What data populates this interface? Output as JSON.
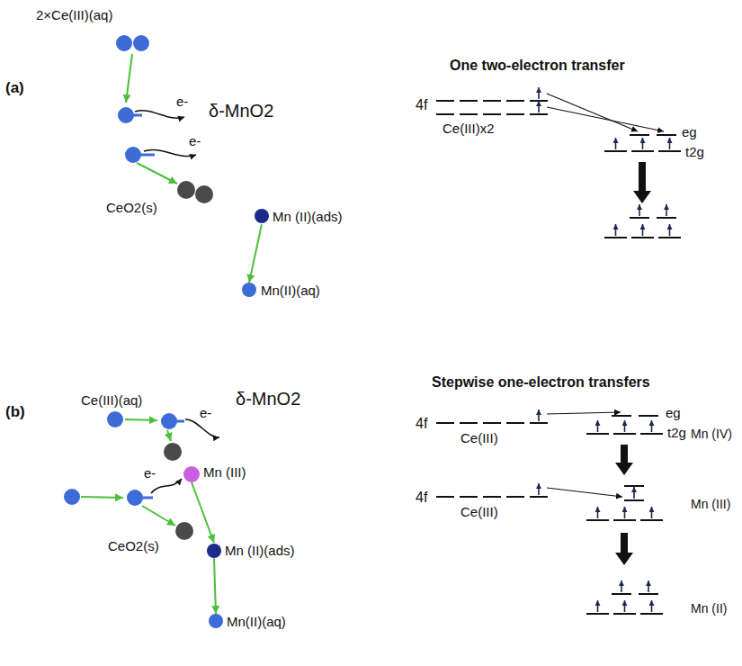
{
  "diagram": {
    "nodes": [
      {
        "text": [
          "δ-MnO2"
        ]
      },
      {
        "text": [
          "2×Ce(III)(aq)"
        ]
      },
      {
        "text": [
          "CeO2(s)"
        ]
      },
      {
        "text": [
          "Mn (II)(ads)"
        ]
      },
      {
        "text": [
          "Mn(II)(aq)"
        ]
      },
      {
        "text": [
          "δ-MnO2"
        ]
      },
      {
        "text": [
          "Ce(III)(aq)"
        ]
      },
      {
        "text": [
          "Mn (III)"
        ],
        "in": 5
      },
      {
        "text": [
          "CeO2(s)"
        ]
      },
      {
        "text": [
          "Mn (II)(ads)"
        ]
      },
      {
        "text": [
          "Mn(II)(aq)"
        ]
      }
    ],
    "edges": [
      {
        "from": 3,
        "to": 4,
        "arrow": "to"
      },
      {
        "from": 7,
        "to": 9,
        "arrow": "to"
      },
      {
        "from": 9,
        "to": 10,
        "arrow": "to"
      }
    ],
    "labels": [
      "(a)",
      "e-",
      "e-",
      "One two-electron transfer",
      "4f",
      "Ce(III)x2",
      "eg",
      "t2g",
      "(b)",
      "e-",
      "e-",
      "Stepwise one-electron transfers",
      "4f",
      "Ce(III)",
      "eg",
      "t2g",
      "Mn (IV)",
      "4f",
      "Ce(III)",
      "Mn (III)",
      "Mn (II)"
    ]
  }
}
